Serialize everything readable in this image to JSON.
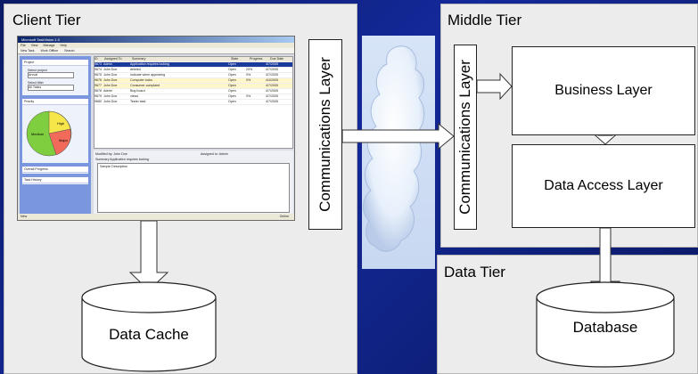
{
  "tiers": {
    "client": "Client Tier",
    "middle": "Middle Tier",
    "data": "Data Tier"
  },
  "layers": {
    "comm_left": "Communications Layer",
    "comm_right": "Communications Layer",
    "business": "Business Layer",
    "data_access": "Data Access Layer"
  },
  "stores": {
    "cache": "Data Cache",
    "database": "Database"
  },
  "app_screenshot": {
    "title": "Microsoft TaskVision 1.0",
    "menu": [
      "File",
      "View",
      "Manage",
      "Help"
    ],
    "toolbar": [
      "New Task",
      "Work Offline",
      "Search"
    ],
    "sidebar_groups": [
      "Project",
      "Priority",
      "Overall Progress",
      "Task History"
    ],
    "select_project_label": "Select project",
    "select_project_value": "Arcval",
    "select_filter_label": "Select filter",
    "select_filter_value": "All Tasks",
    "pie_labels": [
      "High",
      "Medium",
      "Major"
    ],
    "grid_headers": [
      "ID",
      "Assigned To",
      "Summary",
      "State",
      "Progress",
      "Due Date"
    ],
    "grid_rows": [
      [
        "9673",
        "Admin",
        "Application requires locking",
        "Open",
        "",
        "4/7/2005"
      ],
      [
        "9674",
        "John Doe",
        "deleted",
        "Open",
        "20%",
        "4/7/2005"
      ],
      [
        "9675",
        "John Doe",
        "Indicate when appearing",
        "Open",
        "0%",
        "4/7/2005"
      ],
      [
        "9676",
        "John Doe",
        "Computer locks",
        "Open",
        "0%",
        "4/4/2005"
      ],
      [
        "9677",
        "John Doe",
        "Consumer complaint",
        "Open",
        "",
        "4/7/2005"
      ],
      [
        "9678",
        "Admin",
        "Bug board",
        "Open",
        "",
        "4/7/2005"
      ],
      [
        "9679",
        "John Doe",
        "views",
        "Open",
        "0%",
        "4/7/2005"
      ],
      [
        "9680",
        "John Doe",
        "Tester task",
        "Open",
        "",
        "4/7/2005"
      ]
    ],
    "detail_modified_by": "Modified by:  John Doe",
    "detail_assigned_to": "Assigned to:  Admin",
    "detail_summary": "Summary  Application requires locking",
    "detail_description": "Sample Description",
    "status_left": "New",
    "status_right": "Online"
  },
  "colors": {
    "background": "#14299a",
    "panel": "#ececec",
    "arrow_fill": "#ffffff",
    "cloud_band": "#d0dff4",
    "pie_high": "#f6e64a",
    "pie_medium": "#7fce3f",
    "pie_major": "#f26a5a"
  }
}
